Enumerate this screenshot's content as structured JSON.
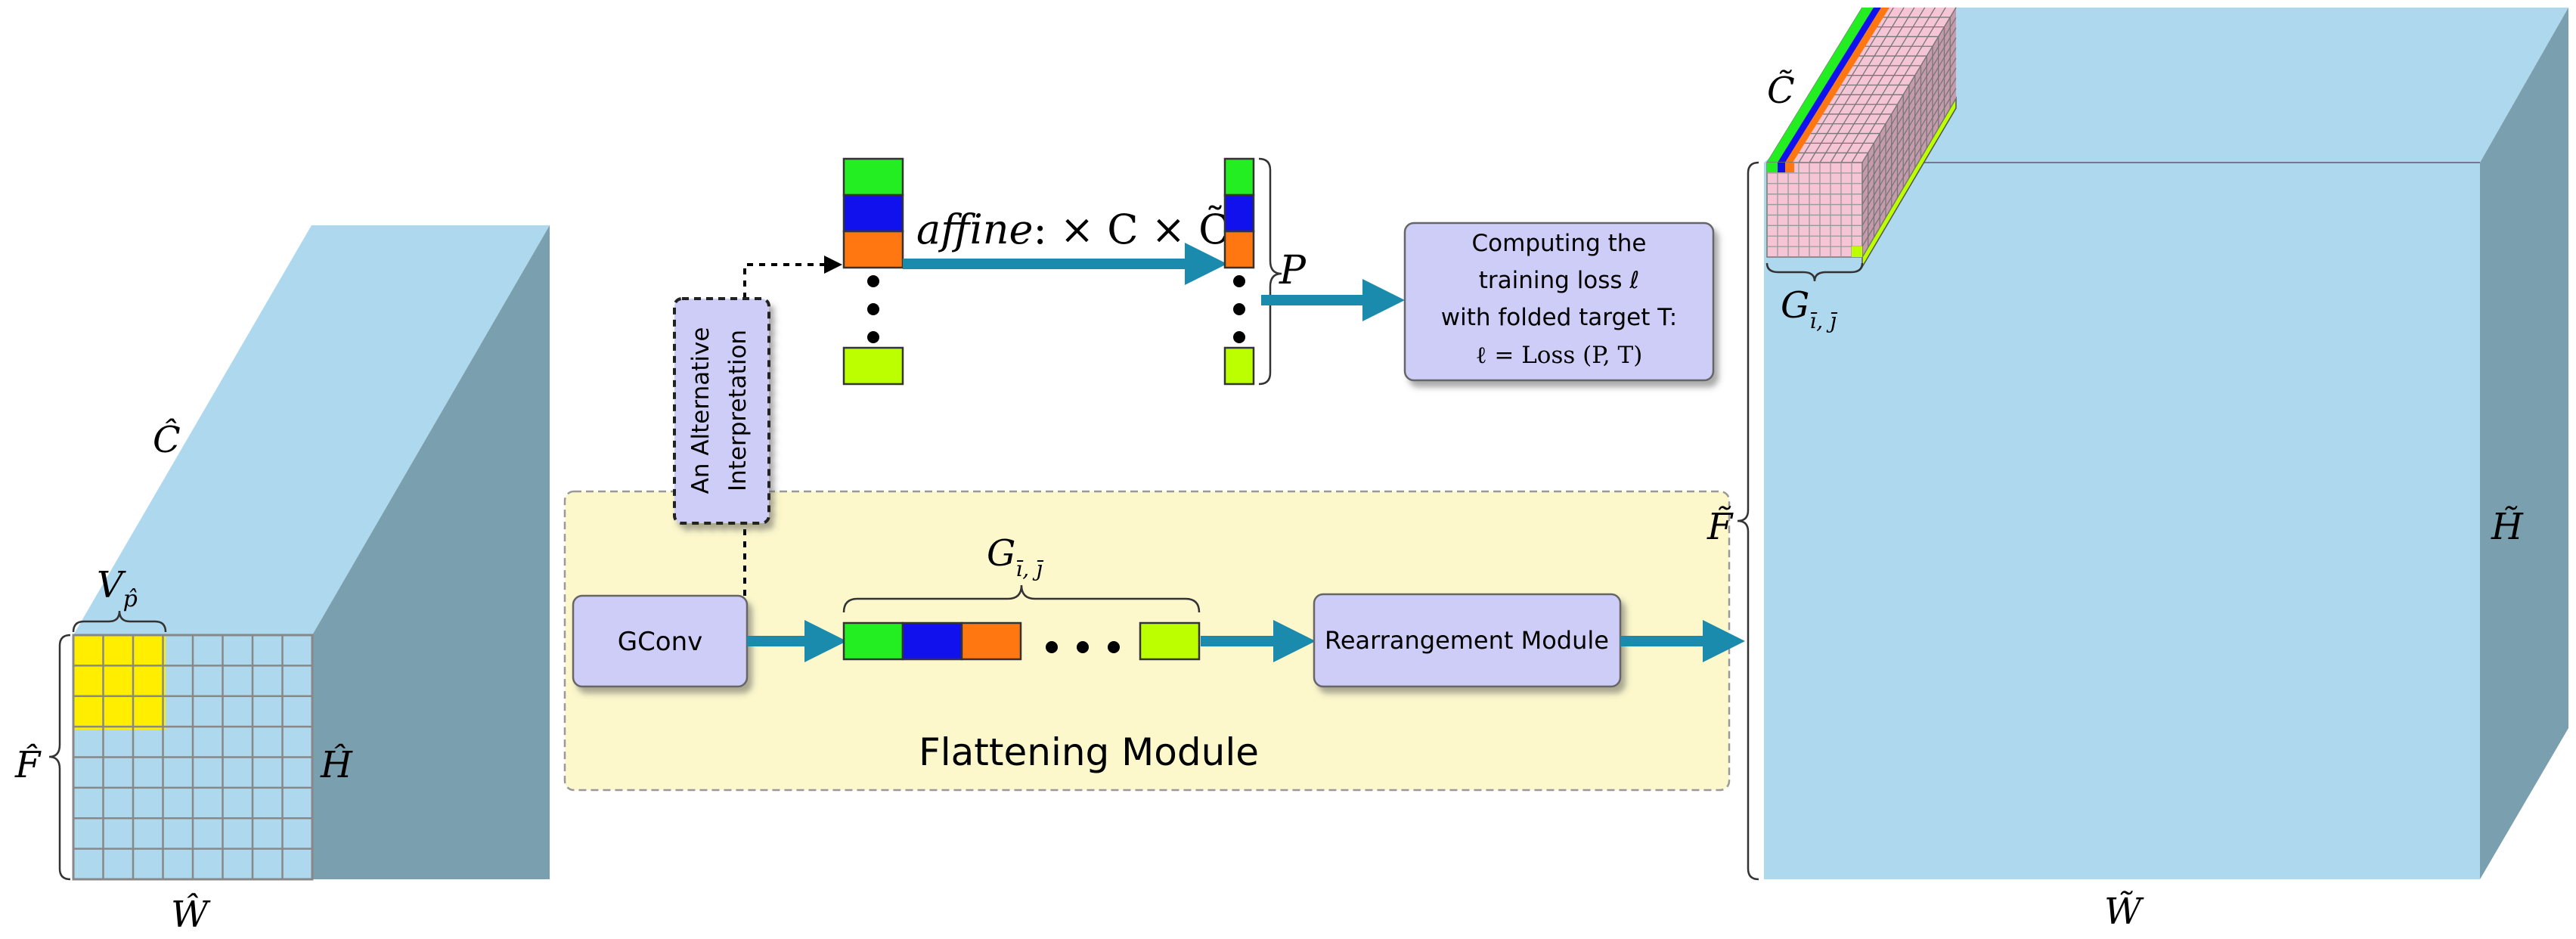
{
  "left_tensor": {
    "top_label": "Ĉ",
    "right_label": "Ĥ",
    "bottom_label": "Ŵ",
    "left_label": "F̂",
    "patch_label": "V",
    "patch_label_sub": "p̂"
  },
  "alt_box": {
    "line1": "An Alternative",
    "line2": "Interpretation"
  },
  "affine": {
    "word": "affine",
    "rest": ": × C × C̃"
  },
  "p_label": "P",
  "loss_box": {
    "line1": "Computing the",
    "line2": "training loss ℓ",
    "line3": "with folded target T:",
    "line4": "ℓ = Loss (P, T)"
  },
  "flattening": {
    "title": "Flattening Module",
    "gconv_label": "GConv",
    "g_label": "G",
    "g_label_sub": "ī, j̄",
    "rearrange_label": "Rearrangement Module"
  },
  "right_tensor": {
    "top_label": "C̃",
    "g_label": "G",
    "g_label_sub": "ī, j̄",
    "left_label": "F̃",
    "right_label": "H̃",
    "bottom_label": "W̃"
  },
  "colors": {
    "tensor_face": "#add8ee",
    "tensor_top": "#add8ee",
    "tensor_side": "#7a9fae",
    "grid_line": "#888888",
    "patch": "#ffee00",
    "arrow": "#1a8aad",
    "box_fill": "#cdcdf7",
    "yellow_bg": "#fcf8cc",
    "green": "#22ee22",
    "blue": "#1111ee",
    "orange": "#ff7711",
    "lime": "#bbff00",
    "pink": "#f5c5d6"
  }
}
